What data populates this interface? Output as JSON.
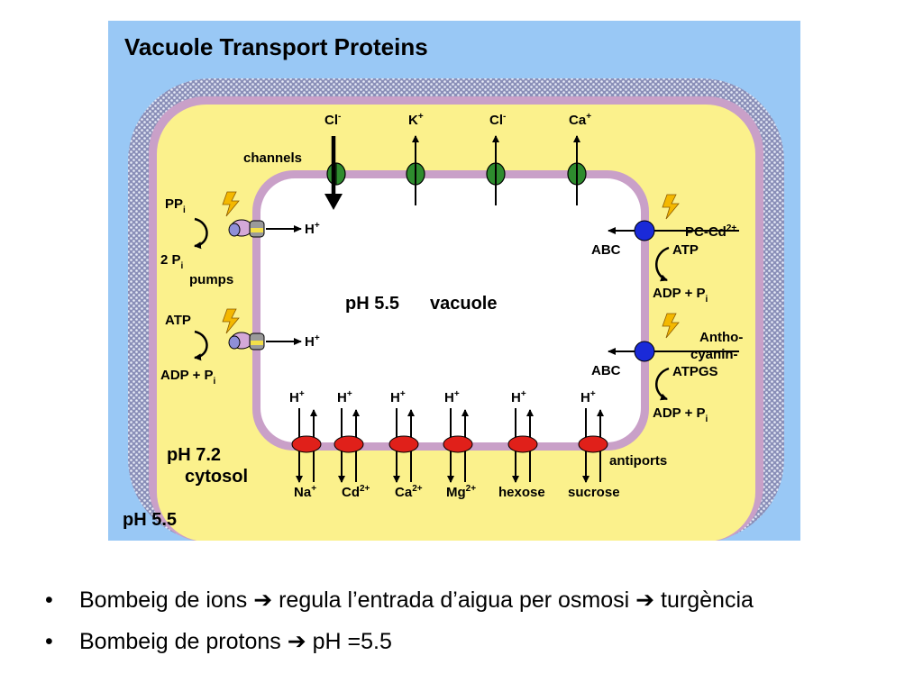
{
  "diagram": {
    "title": "Vacuole Transport Proteins",
    "outer_ph": "pH 5.5",
    "cytosol": {
      "ph": "pH 7.2",
      "label": "cytosol"
    },
    "vacuole": {
      "ph": "pH 5.5",
      "label": "vacuole"
    },
    "channels": {
      "label": "channels",
      "ions": [
        {
          "base": "Cl",
          "sup": "-"
        },
        {
          "base": "K",
          "sup": "+"
        },
        {
          "base": "Cl",
          "sup": "-"
        },
        {
          "base": "Ca",
          "sup": "+"
        }
      ]
    },
    "pumps": {
      "label": "pumps",
      "ppi": {
        "base": "PP",
        "sub": "i"
      },
      "two_pi": {
        "base": "2 P",
        "sub": "i"
      },
      "atp": "ATP",
      "adp_pi": {
        "base": "ADP + P",
        "sub": "i"
      },
      "proton": {
        "base": "H",
        "sup": "+"
      }
    },
    "abc": {
      "label": "ABC",
      "upper": {
        "substrate": "PC-Cd",
        "substrate_sup": "2+",
        "atp": "ATP",
        "adp": "ADP + P",
        "adp_sub": "i"
      },
      "lower": {
        "substrate_lines": [
          "Antho-",
          "cyanin-",
          "ATPGS"
        ],
        "adp": "ADP + P",
        "adp_sub": "i"
      }
    },
    "antiports": {
      "label": "antiports",
      "proton": {
        "base": "H",
        "sup": "+"
      },
      "ions": [
        {
          "base": "Na",
          "sup": "+"
        },
        {
          "base": "Cd",
          "sup": "2+"
        },
        {
          "base": "Ca",
          "sup": "2+"
        },
        {
          "base": "Mg",
          "sup": "2+"
        },
        {
          "base": "hexose",
          "sup": ""
        },
        {
          "base": "sucrose",
          "sup": ""
        }
      ]
    },
    "colors": {
      "background": "#99c8f5",
      "cytosol": "#fbf18c",
      "membrane": "#c9a0c8",
      "channel": "#2e8b2e",
      "abc": "#1a2ad8",
      "antiport": "#e0201a",
      "energy": "#f4b800"
    }
  },
  "bullets": [
    {
      "text1": "Bombeig de ions ",
      "arrow": "",
      "text2": " regula l’entrada d’aigua per osmosi ",
      "arrow2": "",
      "text3": " turgència"
    },
    {
      "text1": "Bombeig de protons ",
      "arrow": "",
      "text2": " pH =5.5",
      "arrow2": "",
      "text3": ""
    }
  ],
  "bullet_symbol": "•",
  "arrow_symbol": "➔"
}
